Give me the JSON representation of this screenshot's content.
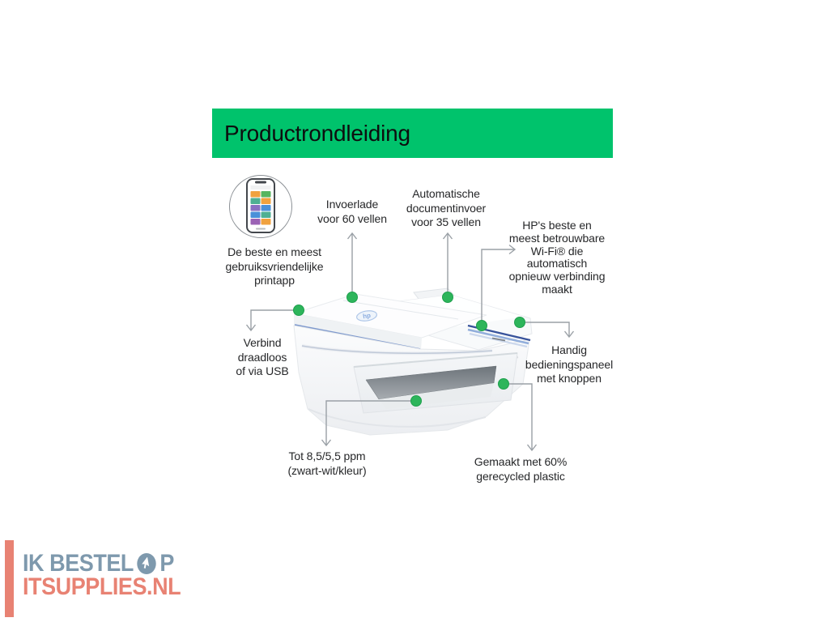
{
  "banner": {
    "title": "Productrondleiding"
  },
  "labels": {
    "printapp": {
      "text": "De beste en meest\ngebruiksvriendelijke\nprintapp"
    },
    "invoerlade": {
      "text": "Invoerlade\nvoor 60 vellen"
    },
    "documentinvoer": {
      "text": "Automatische\ndocumentinvoer\nvoor 35 vellen"
    },
    "wifi": {
      "text": "HP's beste en\nmeest betrouwbare\nWi-Fi® die\nautomatisch\nopnieuw verbinding\nmaakt"
    },
    "verbind": {
      "text": "Verbind\ndraadloos\nof via USB"
    },
    "bedieningspaneel": {
      "text": "Handig\nbedieningspaneel\nmet knoppen"
    },
    "ppm": {
      "text": "Tot 8,5/5,5 ppm\n(zwart-wit/kleur)"
    },
    "recycled": {
      "text": "Gemaakt met 60%\ngerecycled plastic"
    }
  },
  "printer": {
    "logo_text": "hp"
  },
  "watermark": {
    "line1_prefix": "IK BESTEL",
    "line1_suffix": "P",
    "line2": "ITSUPPLIES.NL"
  },
  "colors": {
    "banner_green": "#00c36c",
    "callout_dot": "#2db55b",
    "callout_dot_ring": "#1fa04e",
    "callout_line": "#9aa0a6",
    "watermark_blue": "#7e99ad",
    "watermark_coral": "#e88273"
  }
}
